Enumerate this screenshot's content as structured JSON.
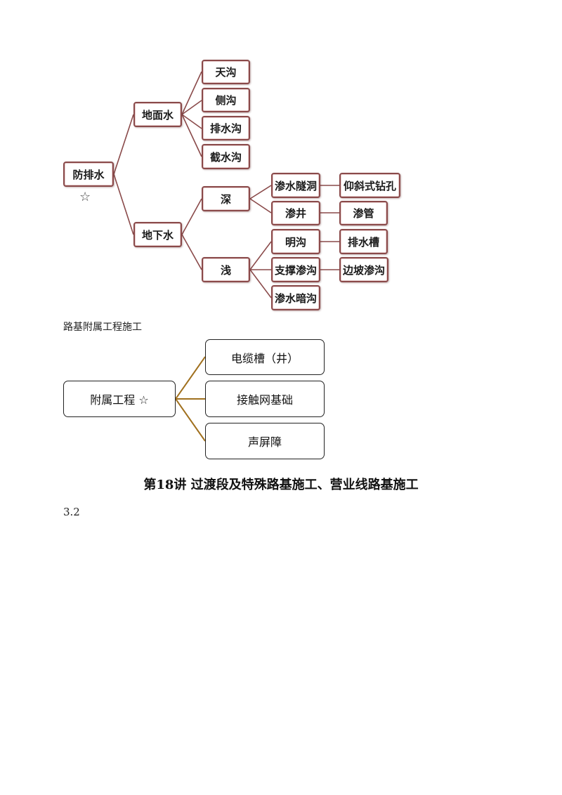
{
  "diagram1": {
    "root": "防排水",
    "root_star": "☆",
    "surface": "地面水",
    "surface_items": [
      "天沟",
      "侧沟",
      "排水沟",
      "截水沟"
    ],
    "underground": "地下水",
    "deep": "深",
    "deep_items": [
      "渗水隧洞",
      "渗井"
    ],
    "deep_leaf": [
      "仰斜式钻孔",
      "渗管"
    ],
    "shallow": "浅",
    "shallow_items": [
      "明沟",
      "支撑渗沟",
      "渗水暗沟"
    ],
    "shallow_leaf": [
      "排水槽",
      "边坡渗沟"
    ],
    "line_color": "#8a4a4a"
  },
  "caption": "路基附属工程施工",
  "diagram2": {
    "root": "附属工程 ☆",
    "items": [
      "电缆槽（井）",
      "接触网基础",
      "声屏障"
    ],
    "line_color": "#a0701e"
  },
  "heading": "第18讲  过渡段及特殊路基施工、营业线路基施工",
  "paragraph": "3.2"
}
